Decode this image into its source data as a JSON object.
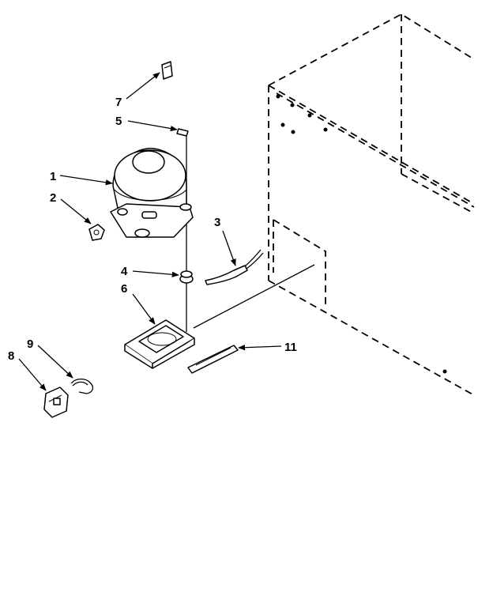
{
  "diagram": {
    "callouts": [
      {
        "id": "c1",
        "label": "1"
      },
      {
        "id": "c2",
        "label": "2"
      },
      {
        "id": "c3",
        "label": "3"
      },
      {
        "id": "c4",
        "label": "4"
      },
      {
        "id": "c5",
        "label": "5"
      },
      {
        "id": "c6",
        "label": "6"
      },
      {
        "id": "c7",
        "label": "7"
      },
      {
        "id": "c8",
        "label": "8"
      },
      {
        "id": "c9",
        "label": "9"
      },
      {
        "id": "c11",
        "label": "11"
      }
    ]
  }
}
